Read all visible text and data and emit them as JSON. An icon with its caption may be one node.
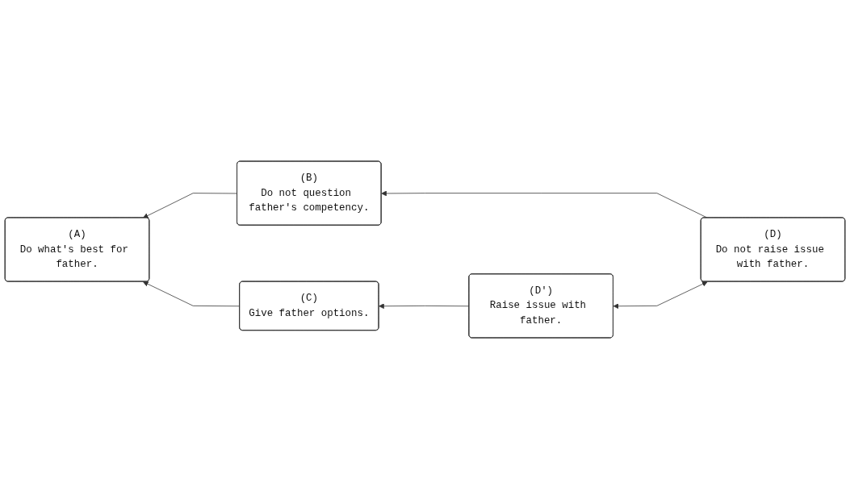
{
  "diagram": {
    "nodes": [
      {
        "text": [
          "(A)",
          "Do what's best for father."
        ]
      },
      {
        "text": [
          "(B)",
          "Do not question father's competency."
        ]
      },
      {
        "text": [
          "(C)",
          "Give father options."
        ]
      },
      {
        "text": [
          "(D)",
          "Do not raise issue with father."
        ]
      },
      {
        "text": [
          "(D')",
          "Raise issue with father."
        ]
      }
    ],
    "edges": [
      {
        "from": 1,
        "to": 0,
        "arrow": "to"
      },
      {
        "from": 2,
        "to": 0,
        "arrow": "to"
      },
      {
        "from": 3,
        "to": 1,
        "arrow": "to"
      },
      {
        "from": 4,
        "to": 2,
        "arrow": "to"
      },
      {
        "from": 3,
        "to": 4,
        "arrow": "both"
      }
    ]
  }
}
